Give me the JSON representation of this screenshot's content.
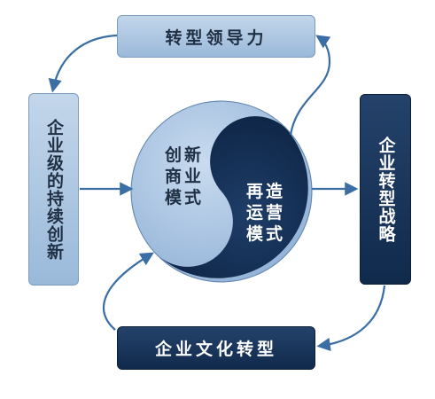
{
  "top_box": {
    "label": "转型领导力"
  },
  "left_box": {
    "label": "企业级的持续创新"
  },
  "right_box": {
    "label": "企业转型战略"
  },
  "bottom_box": {
    "label": "企业文化转型"
  },
  "taiji": {
    "light_label": "创新商业模式",
    "dark_label": "再造运营模式"
  },
  "colors": {
    "light_fill": "#a9c4e2",
    "dark_fill": "#132f55",
    "arrow": "#3a6ea5"
  }
}
